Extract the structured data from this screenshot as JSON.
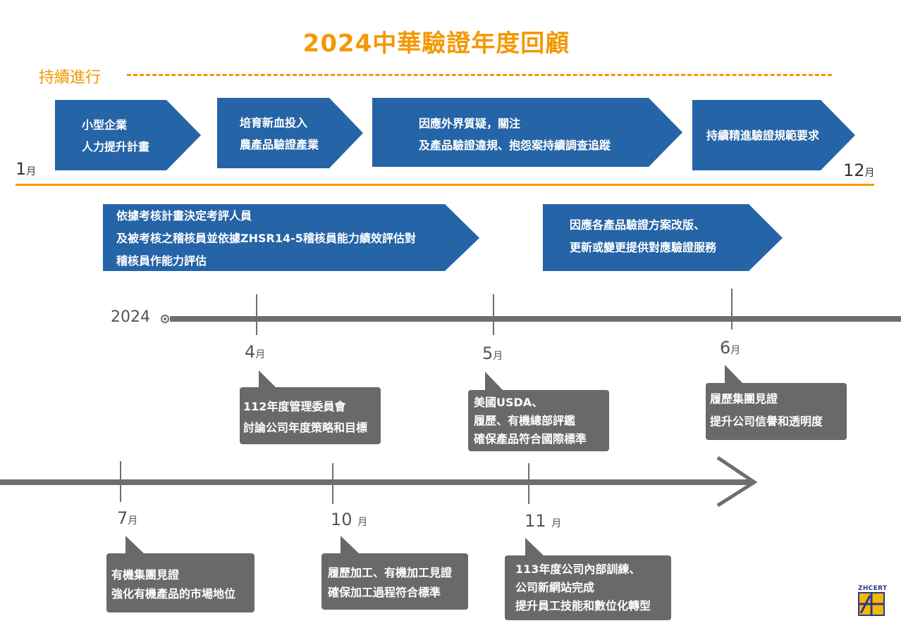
{
  "title": "2024中華驗證年度回顧",
  "ongoing_label": "持續進行",
  "range": {
    "start_num": "1",
    "end_num": "12",
    "unit": "月"
  },
  "top_arrows": [
    {
      "lines": [
        "小型企業",
        "人力提升計畫"
      ]
    },
    {
      "lines": [
        "培育新血投入",
        "農產品驗證產業"
      ]
    },
    {
      "lines": [
        "因應外界質疑，關注",
        "及產品驗證違規、抱怨案持續調查追蹤"
      ]
    },
    {
      "lines": [
        "持續精進驗證規範要求"
      ]
    }
  ],
  "mid_arrows": [
    {
      "lines": [
        "依據考核計畫決定考評人員",
        "及被考核之稽核員並依據ZHSR14-5稽核員能力績效評估對",
        "稽核員作能力評估"
      ]
    },
    {
      "lines": [
        "因應各產品驗證方案改版、",
        "更新或變更提供對應驗證服務"
      ]
    }
  ],
  "timeline_year": "2024",
  "upper_events": [
    {
      "month": "4",
      "unit": "月",
      "lines": [
        "112年度管理委員會",
        "討論公司年度策略和目標"
      ]
    },
    {
      "month": "5",
      "unit": "月",
      "lines": [
        "美國USDA、",
        "履歷、有機總部評鑑",
        "確保產品符合國際標準"
      ]
    },
    {
      "month": "6",
      "unit": "月",
      "lines": [
        "履歷集團見證",
        "提升公司信譽和透明度"
      ]
    }
  ],
  "lower_events": [
    {
      "month": "7",
      "unit": "月",
      "lines": [
        "有機集團見證",
        "強化有機產品的市場地位"
      ]
    },
    {
      "month": "10",
      "unit": "月",
      "lines": [
        "履歷加工、有機加工見證",
        "確保加工過程符合標準"
      ]
    },
    {
      "month": "11",
      "unit": "月",
      "lines": [
        "113年度公司內部訓練、",
        "公司新網站完成",
        "提升員工技能和數位化轉型"
      ]
    }
  ],
  "logo_text": "ZHCERT",
  "colors": {
    "accent": "#f39800",
    "arrow_blue": "#2564a6",
    "callout_gray": "#696969",
    "axis_gray": "#6e6e6e"
  }
}
